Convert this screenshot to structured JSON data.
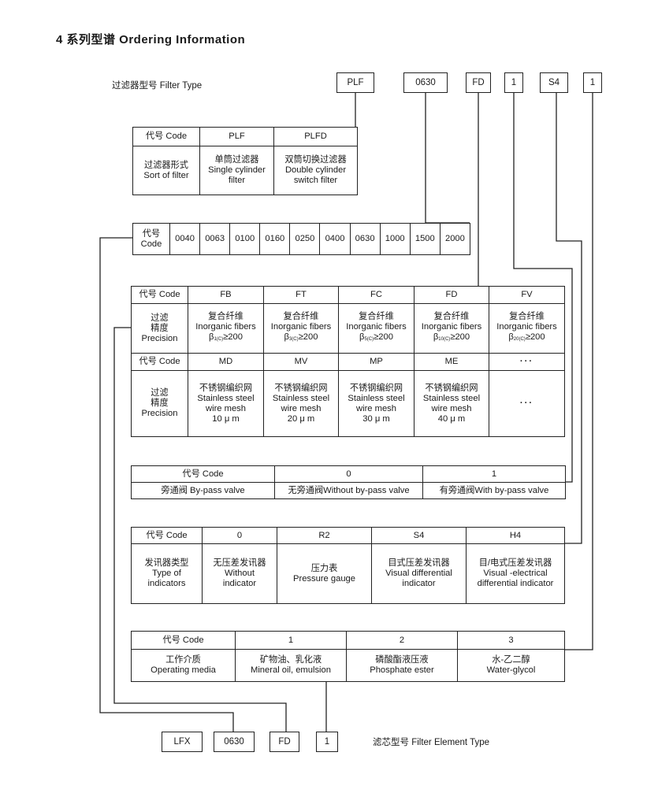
{
  "heading": "4 系列型谱 Ordering Information",
  "filter_type": {
    "label": "过滤器型号  Filter Type",
    "boxes": [
      "PLF",
      "0630",
      "FD",
      "1",
      "S4",
      "1"
    ]
  },
  "filter_element": {
    "label": "滤芯型号 Filter Element Type",
    "boxes": [
      "LFX",
      "0630",
      "FD",
      "1"
    ]
  },
  "table_sort": {
    "header": [
      "代号  Code",
      "PLF",
      "PLFD"
    ],
    "row_label": [
      "过滤器形式",
      "Sort of filter"
    ],
    "cells": [
      [
        "单筒过滤器",
        "Single cylinder",
        "filter"
      ],
      [
        "双筒切换过滤器",
        "Double cylinder",
        "switch filter"
      ]
    ]
  },
  "table_size": {
    "label": [
      "代号",
      "Code"
    ],
    "codes": [
      "0040",
      "0063",
      "0100",
      "0160",
      "0250",
      "0400",
      "0630",
      "1000",
      "1500",
      "2000"
    ]
  },
  "table_precision": {
    "code_label": "代号 Code",
    "precision_label": [
      "过滤",
      "精度",
      "Precision"
    ],
    "fiber_codes": [
      "FB",
      "FT",
      "FC",
      "FD",
      "FV"
    ],
    "fiber_cn": "复合纤维",
    "fiber_en": "Inorganic fibers",
    "beta": "β",
    "beta_subs": [
      "1(C)",
      "3(C)",
      "5(C)",
      "10(C)",
      "20(C)"
    ],
    "beta_value": "≥200",
    "mesh_codes": [
      "MD",
      "MV",
      "MP",
      "ME",
      "···"
    ],
    "mesh_cn": "不锈钢编织网",
    "mesh_en1": "Stainless steel",
    "mesh_en2": "wire mesh",
    "mesh_microns": [
      "10 μ m",
      "20 μ m",
      "30 μ m",
      "40 μ m"
    ],
    "ellipsis": "···"
  },
  "table_bypass": {
    "header": [
      "代号 Code",
      "0",
      "1"
    ],
    "row": [
      "旁通阀 By-pass valve",
      "无旁通阀Without by-pass valve",
      "有旁通阀With by-pass valve"
    ]
  },
  "table_indicator": {
    "header": [
      "代号 Code",
      "0",
      "R2",
      "S4",
      "H4"
    ],
    "row_label": [
      "发讯器类型",
      "Type of",
      "indicators"
    ],
    "cells": [
      [
        "无压差发讯器",
        "Without",
        "indicator"
      ],
      [
        "压力表",
        "Pressure gauge"
      ],
      [
        "目式压差发讯器",
        "Visual differential",
        "indicator"
      ],
      [
        "目/电式压差发讯器",
        "Visual -electrical",
        "differential indicator"
      ]
    ]
  },
  "table_media": {
    "header": [
      "代号  Code",
      "1",
      "2",
      "3"
    ],
    "row": [
      [
        "工作介质",
        "Operating media"
      ],
      [
        "矿物油、乳化液",
        "Mineral oil, emulsion"
      ],
      [
        "磷酸酯液压液",
        "Phosphate ester"
      ],
      [
        "水-乙二醇",
        "Water-glycol"
      ]
    ]
  }
}
